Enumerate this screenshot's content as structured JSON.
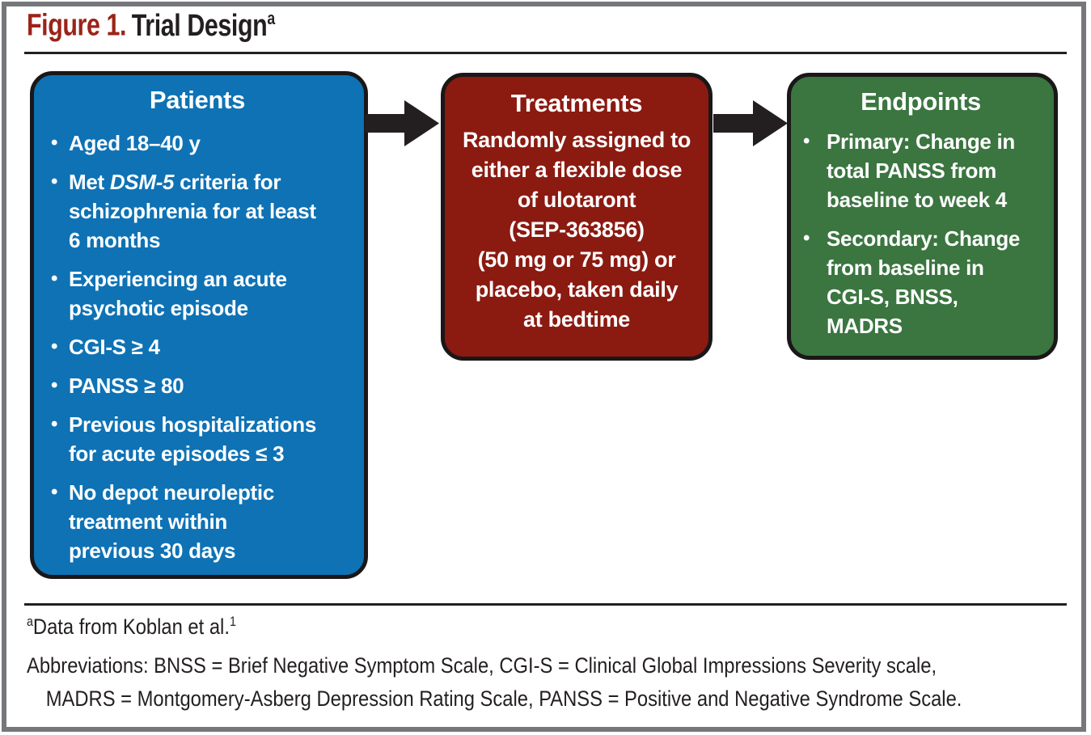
{
  "figure": {
    "label": "Figure 1.",
    "title": "Trial Design",
    "superscript": "a"
  },
  "boxes": {
    "patients": {
      "title": "Patients",
      "items": [
        {
          "text": "Aged 18–40 y"
        },
        {
          "prefix": "Met ",
          "italic": "DSM-5",
          "suffix": " criteria for\nschizophrenia for at least\n6 months"
        },
        {
          "text": "Experiencing an acute\npsychotic episode"
        },
        {
          "text": "CGI-S ≥ 4"
        },
        {
          "text": "PANSS ≥ 80"
        },
        {
          "text": "Previous hospitalizations\nfor acute episodes ≤ 3"
        },
        {
          "text": "No depot neuroleptic\ntreatment within\nprevious 30 days"
        }
      ]
    },
    "treatments": {
      "title": "Treatments",
      "body": "Randomly assigned to\neither a flexible dose\nof ulotaront\n(SEP-363856)\n(50 mg or 75 mg) or\nplacebo, taken daily\nat bedtime"
    },
    "endpoints": {
      "title": "Endpoints",
      "items": [
        {
          "text": "Primary: Change in\ntotal PANSS from\nbaseline to week 4"
        },
        {
          "text": "Secondary: Change\nfrom baseline in\nCGI-S, BNSS,\nMADRS"
        }
      ]
    }
  },
  "bullet_glyph": "•",
  "footnotes": {
    "source": {
      "sup_prefix": "a",
      "text": "Data from Koblan et al.",
      "sup_reference": "1"
    },
    "abbreviations": {
      "line1": "Abbreviations: BNSS = Brief Negative Symptom Scale, CGI-S = Clinical Global Impressions Severity scale,",
      "line2": "MADRS = Montgomery-Asberg Depression Rating Scale, PANSS = Positive and Negative Syndrome Scale."
    }
  },
  "colors": {
    "patients_box": "#0E72B5",
    "treatments_box": "#8B1A10",
    "endpoints_box": "#3B7540",
    "figure_label_red": "#9B2318",
    "text_black": "#231F20",
    "frame_gray": "#76777A",
    "box_border": "#1B1718",
    "arrow_black": "#231F20"
  }
}
